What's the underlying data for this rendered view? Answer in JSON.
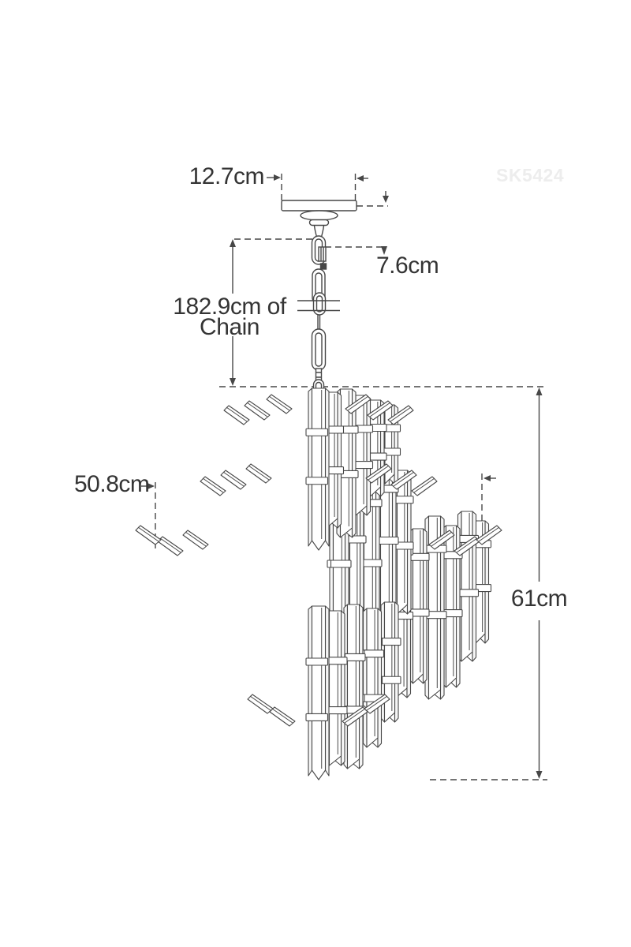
{
  "watermark": {
    "text": "SK5424",
    "color": "#ededed"
  },
  "colors": {
    "line": "#474747",
    "text": "#343434",
    "background": "#ffffff"
  },
  "diagram_type": "product-dimension-diagram",
  "product": "tiered-crystal-chandelier",
  "dimensions": {
    "canopy_width": {
      "label": "12.7cm"
    },
    "hang_drop": {
      "label": "7.6cm"
    },
    "chain_length": {
      "label_line1": "182.9cm of",
      "label_line2": "Chain",
      "label_full": "182.9cm of Chain"
    },
    "fixture_width": {
      "label": "50.8cm"
    },
    "fixture_height": {
      "label": "61cm"
    }
  }
}
